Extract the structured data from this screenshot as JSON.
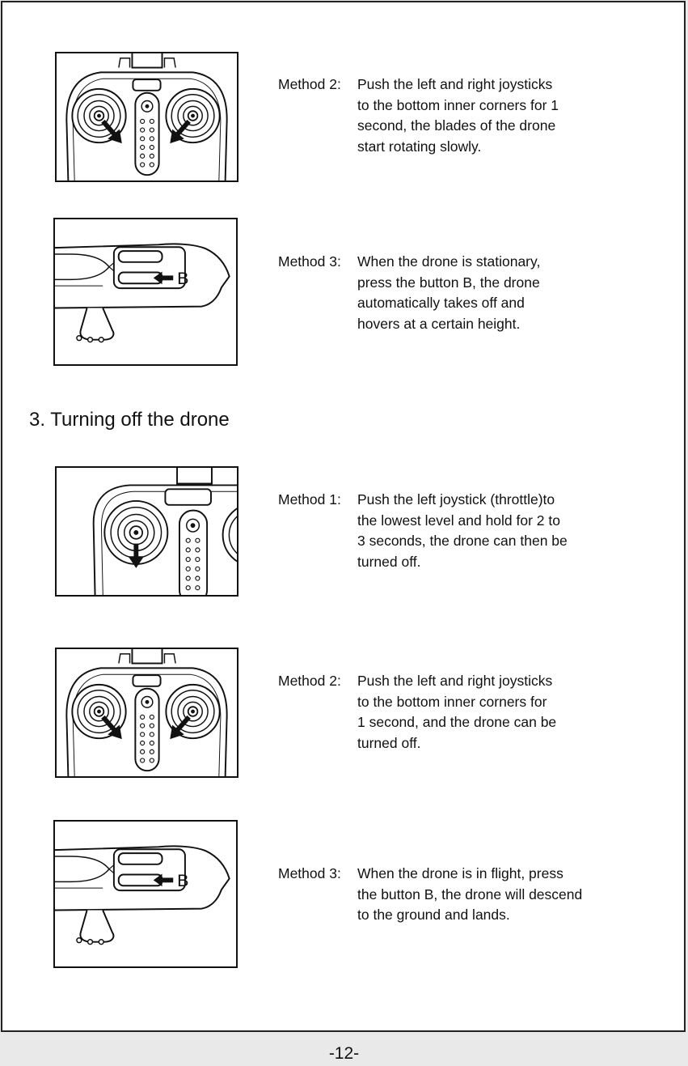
{
  "section_heading": "3. Turning off the drone",
  "page_number": "-12-",
  "methods": [
    {
      "label": "Method 2:",
      "lines": [
        "Push the left and right joysticks",
        "to the bottom inner corners for 1",
        "second, the blades of the drone",
        "start rotating slowly."
      ],
      "figure": "remote-both-sticks-inward"
    },
    {
      "label": "Method 3:",
      "lines": [
        "When the drone is stationary,",
        "press the button B, the drone",
        "automatically takes off and",
        "hovers at a certain height."
      ],
      "figure": "remote-side-button-b",
      "figure_label": "B"
    },
    {
      "label": "Method 1:",
      "lines": [
        "Push the left joystick (throttle)to",
        "the lowest level and hold for 2 to",
        "3 seconds, the drone can then be",
        "turned off."
      ],
      "figure": "remote-left-stick-down"
    },
    {
      "label": "Method 2:",
      "lines": [
        "Push the left and right joysticks",
        "to the bottom inner corners for",
        "1 second, and the drone can be",
        "turned off."
      ],
      "figure": "remote-both-sticks-inward"
    },
    {
      "label": "Method 3:",
      "lines": [
        "When the drone is in flight, press",
        "the button B, the drone will descend",
        "to the ground and lands."
      ],
      "figure": "remote-side-button-b",
      "figure_label": "B"
    }
  ]
}
